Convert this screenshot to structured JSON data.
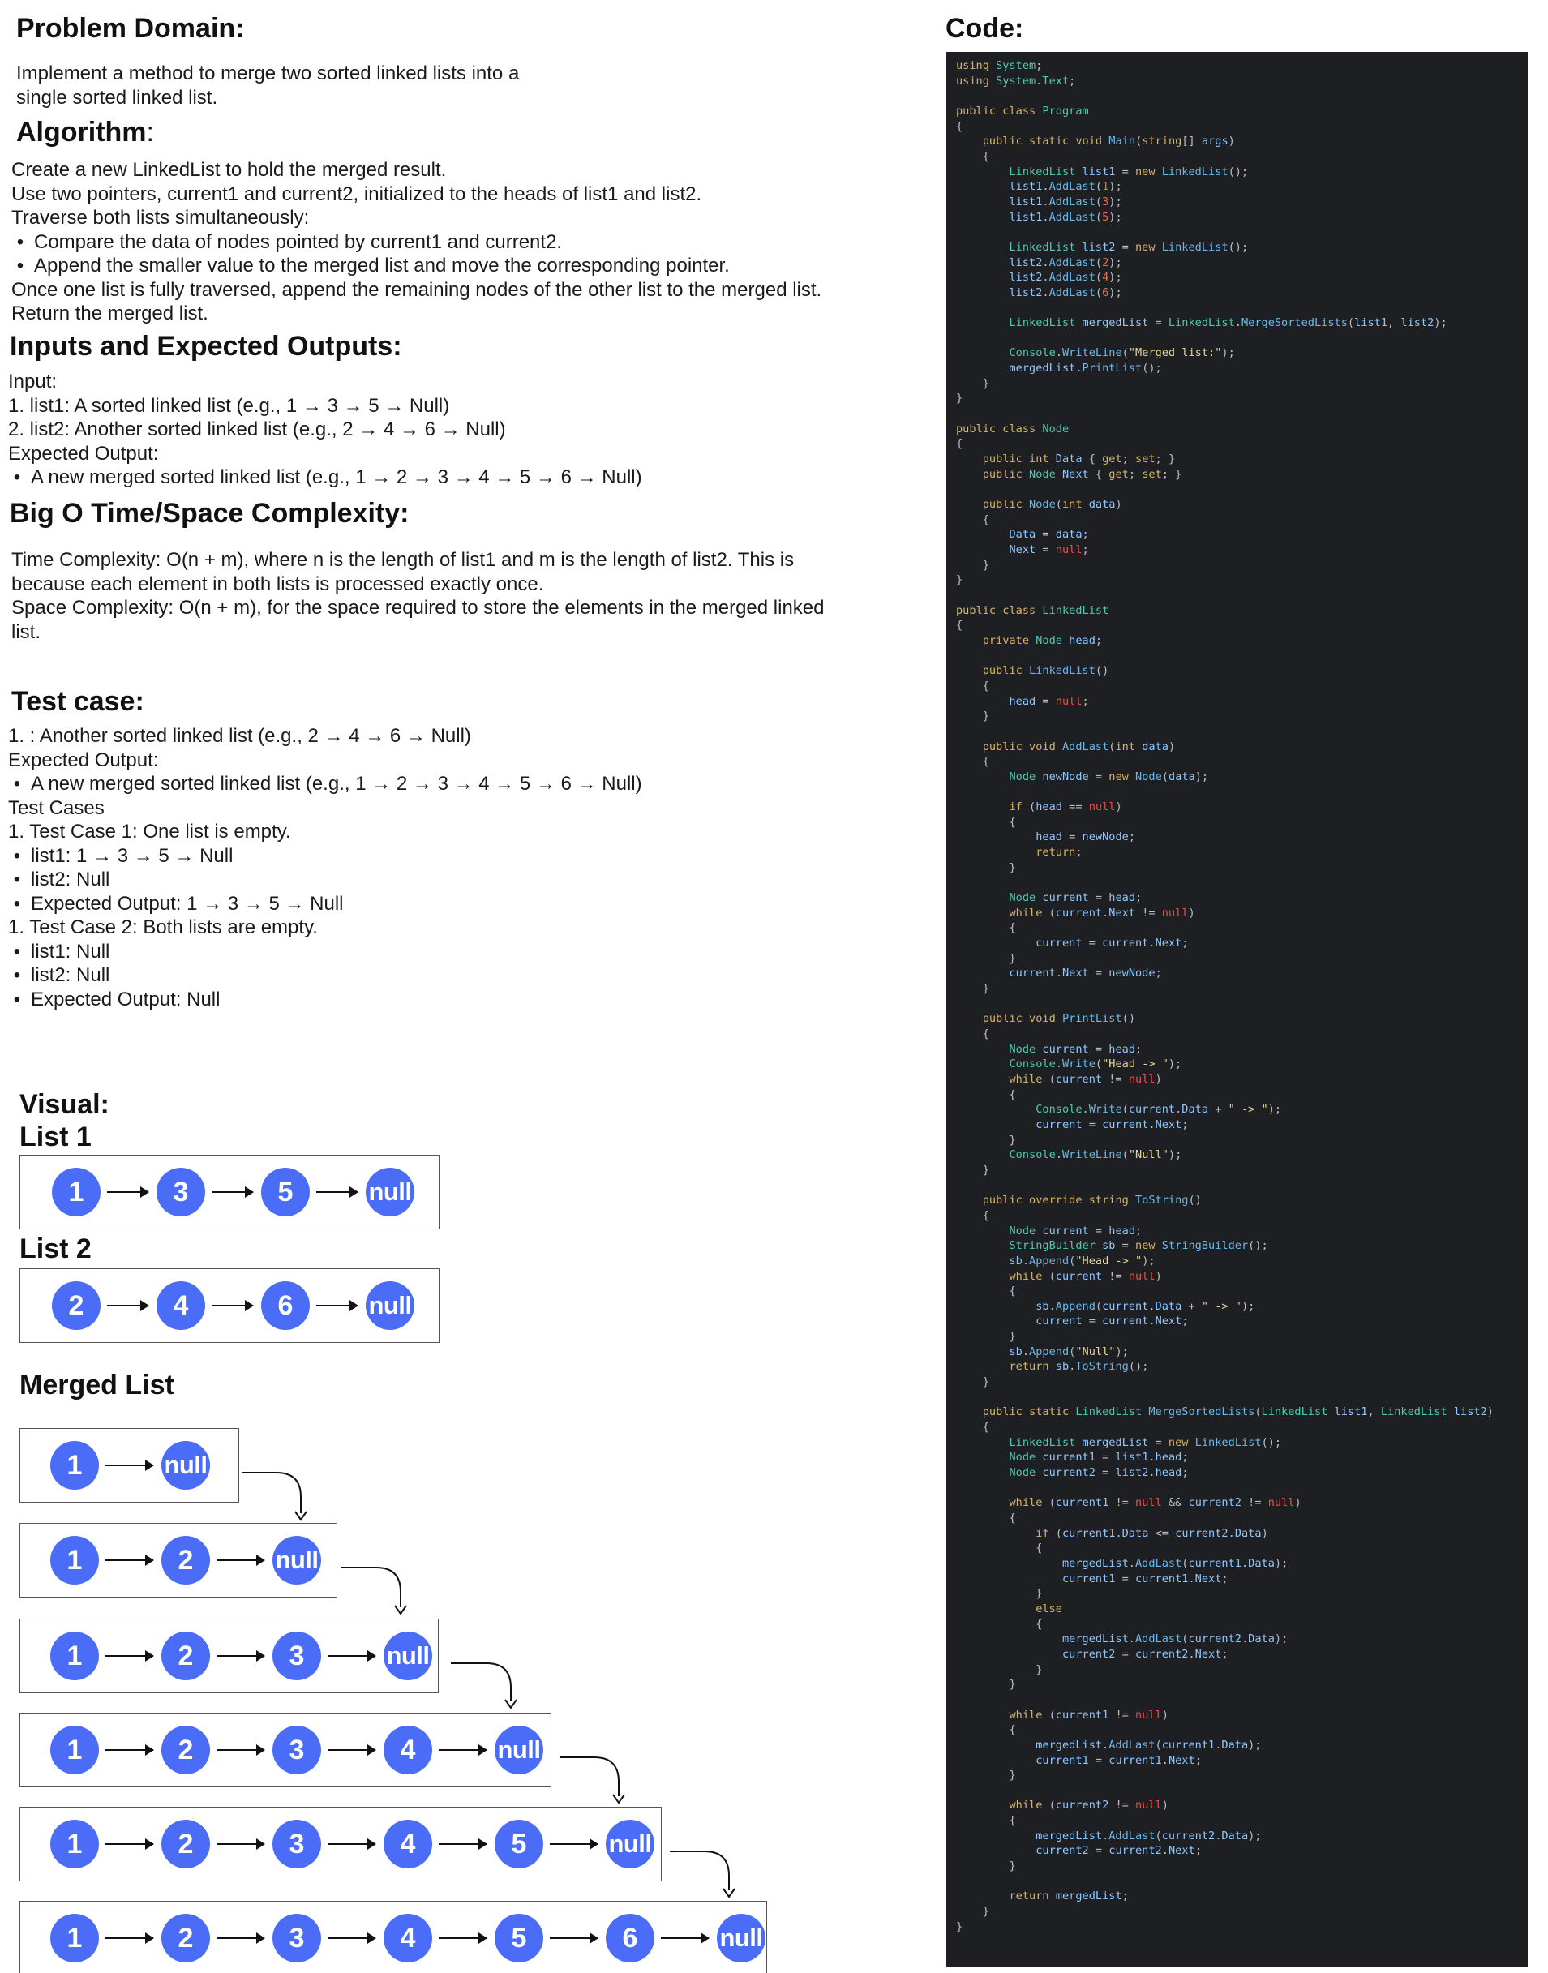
{
  "problem": {
    "heading": "Problem Domain:",
    "lines": [
      "Implement a method to merge two sorted linked lists into a",
      "single sorted linked list."
    ]
  },
  "algorithm": {
    "heading": "Algorithm",
    "heading_suffix": ":",
    "lines": [
      {
        "text": "Create a new LinkedList to hold the merged result.",
        "bullet": false
      },
      {
        "text": "Use two pointers, current1 and current2, initialized to the heads of list1 and list2.",
        "bullet": false
      },
      {
        "text": "Traverse both lists simultaneously:",
        "bullet": false
      },
      {
        "text": "Compare the data of nodes pointed by current1 and current2.",
        "bullet": true
      },
      {
        "text": "Append the smaller value to the merged list and move the corresponding pointer.",
        "bullet": true
      },
      {
        "text": "Once one list is fully traversed, append the remaining nodes of the other list to the merged list.",
        "bullet": false
      },
      {
        "text": "Return the merged list.",
        "bullet": false
      }
    ]
  },
  "io": {
    "heading": "Inputs and Expected Outputs:",
    "lines": [
      {
        "text": "Input:",
        "bullet": false
      },
      {
        "text": " 1. list1: A sorted linked list (e.g., 1 → 3 → 5 → Null)",
        "bullet": false
      },
      {
        "text": " 2. list2: Another sorted linked list (e.g., 2 → 4 → 6 → Null)",
        "bullet": false
      },
      {
        "text": "Expected Output:",
        "bullet": false
      },
      {
        "text": "A new merged sorted linked list (e.g., 1 → 2 → 3 → 4 → 5 → 6 → Null)",
        "bullet": true
      }
    ]
  },
  "complexity": {
    "heading": "Big O Time/Space Complexity:",
    "lines": [
      "Time Complexity: O(n + m), where n is the length of list1 and m is the length of list2. This is",
      "because each element in both lists is processed exactly once.",
      "Space Complexity: O(n + m), for the space required to store the elements in the merged linked",
      "list."
    ]
  },
  "tests": {
    "heading": "Test case:",
    "lines": [
      {
        "text": " 1. : Another sorted linked list (e.g., 2 → 4 → 6 → Null)",
        "bullet": false
      },
      {
        "text": "Expected Output:",
        "bullet": false
      },
      {
        "text": "A new merged sorted linked list (e.g., 1 → 2 → 3 → 4 → 5 → 6 → Null)",
        "bullet": true
      },
      {
        "text": "Test Cases",
        "bullet": false
      },
      {
        "text": " 1. Test Case 1: One list is empty.",
        "bullet": false
      },
      {
        "text": "list1: 1 → 3 → 5 → Null",
        "bullet": true
      },
      {
        "text": "list2: Null",
        "bullet": true
      },
      {
        "text": "Expected Output: 1 → 3 → 5 → Null",
        "bullet": true
      },
      {
        "text": " 1. Test Case 2: Both lists are empty.",
        "bullet": false
      },
      {
        "text": "list1: Null",
        "bullet": true
      },
      {
        "text": "list2: Null",
        "bullet": true
      },
      {
        "text": "Expected Output: Null",
        "bullet": true
      }
    ]
  },
  "visual": {
    "heading": "Visual:",
    "list1_label": "List 1",
    "list1": [
      "1",
      "3",
      "5",
      "null"
    ],
    "list2_label": "List 2",
    "list2": [
      "2",
      "4",
      "6",
      "null"
    ],
    "merged_label": "Merged List",
    "merged_steps": [
      [
        "1",
        "null"
      ],
      [
        "1",
        "2",
        "null"
      ],
      [
        "1",
        "2",
        "3",
        "null"
      ],
      [
        "1",
        "2",
        "3",
        "4",
        "null"
      ],
      [
        "1",
        "2",
        "3",
        "4",
        "5",
        "null"
      ],
      [
        "1",
        "2",
        "3",
        "4",
        "5",
        "6",
        "null"
      ]
    ],
    "node_color": "#4a6cf7"
  },
  "code": {
    "heading": "Code:",
    "panel_color": "#1e1f22",
    "lines": [
      "using System;",
      "using System.Text;",
      "",
      "public class Program",
      "{",
      "    public static void Main(string[] args)",
      "    {",
      "        LinkedList list1 = new LinkedList();",
      "        list1.AddLast(1);",
      "        list1.AddLast(3);",
      "        list1.AddLast(5);",
      "",
      "        LinkedList list2 = new LinkedList();",
      "        list2.AddLast(2);",
      "        list2.AddLast(4);",
      "        list2.AddLast(6);",
      "",
      "        LinkedList mergedList = LinkedList.MergeSortedLists(list1, list2);",
      "",
      "        Console.WriteLine(\"Merged list:\");",
      "        mergedList.PrintList();",
      "    }",
      "}",
      "",
      "public class Node",
      "{",
      "    public int Data { get; set; }",
      "    public Node Next { get; set; }",
      "",
      "    public Node(int data)",
      "    {",
      "        Data = data;",
      "        Next = null;",
      "    }",
      "}",
      "",
      "public class LinkedList",
      "{",
      "    private Node head;",
      "",
      "    public LinkedList()",
      "    {",
      "        head = null;",
      "    }",
      "",
      "    public void AddLast(int data)",
      "    {",
      "        Node newNode = new Node(data);",
      "",
      "        if (head == null)",
      "        {",
      "            head = newNode;",
      "            return;",
      "        }",
      "",
      "        Node current = head;",
      "        while (current.Next != null)",
      "        {",
      "            current = current.Next;",
      "        }",
      "        current.Next = newNode;",
      "    }",
      "",
      "    public void PrintList()",
      "    {",
      "        Node current = head;",
      "        Console.Write(\"Head -> \");",
      "        while (current != null)",
      "        {",
      "            Console.Write(current.Data + \" -> \");",
      "            current = current.Next;",
      "        }",
      "        Console.WriteLine(\"Null\");",
      "    }",
      "",
      "    public override string ToString()",
      "    {",
      "        Node current = head;",
      "        StringBuilder sb = new StringBuilder();",
      "        sb.Append(\"Head -> \");",
      "        while (current != null)",
      "        {",
      "            sb.Append(current.Data + \" -> \");",
      "            current = current.Next;",
      "        }",
      "        sb.Append(\"Null\");",
      "        return sb.ToString();",
      "    }",
      "",
      "    public static LinkedList MergeSortedLists(LinkedList list1, LinkedList list2)",
      "    {",
      "        LinkedList mergedList = new LinkedList();",
      "        Node current1 = list1.head;",
      "        Node current2 = list2.head;",
      "",
      "        while (current1 != null && current2 != null)",
      "        {",
      "            if (current1.Data <= current2.Data)",
      "            {",
      "                mergedList.AddLast(current1.Data);",
      "                current1 = current1.Next;",
      "            }",
      "            else",
      "            {",
      "                mergedList.AddLast(current2.Data);",
      "                current2 = current2.Next;",
      "            }",
      "        }",
      "",
      "        while (current1 != null)",
      "        {",
      "            mergedList.AddLast(current1.Data);",
      "            current1 = current1.Next;",
      "        }",
      "",
      "        while (current2 != null)",
      "        {",
      "            mergedList.AddLast(current2.Data);",
      "            current2 = current2.Next;",
      "        }",
      "",
      "        return mergedList;",
      "    }",
      "}"
    ]
  }
}
